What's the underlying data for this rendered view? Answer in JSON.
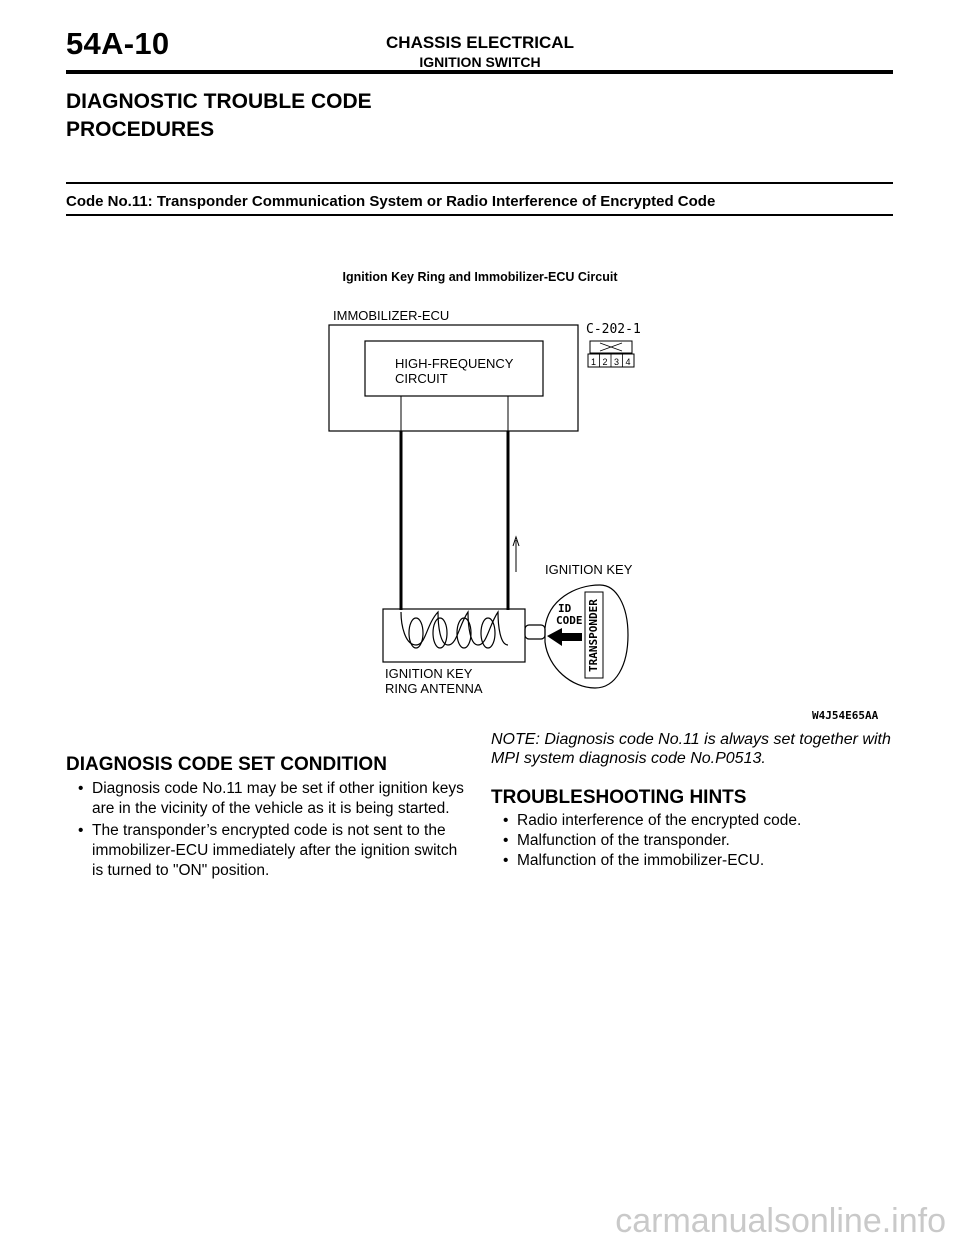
{
  "header": {
    "page_number": "54A-10",
    "section": "CHASSIS ELECTRICAL",
    "subsection": "IGNITION SWITCH"
  },
  "heading": {
    "line1": "DIAGNOSTIC TROUBLE CODE",
    "line2": "PROCEDURES"
  },
  "code_heading": "Code No.11: Transponder Communication System or Radio Interference of Encrypted Code",
  "figure": {
    "title": "Ignition Key Ring and Immobilizer-ECU Circuit",
    "ecu_label": "IMMOBILIZER-ECU",
    "hf_line1": "HIGH-FREQUENCY",
    "hf_line2": "CIRCUIT",
    "connector_label": "C-202-1",
    "connector_pins": [
      "1",
      "2",
      "3",
      "4"
    ],
    "key_label": "IGNITION KEY",
    "antenna_line1": "IGNITION KEY",
    "antenna_line2": "RING ANTENNA",
    "id_line1": "ID",
    "id_line2": "CODE",
    "transponder": "TRANSPONDER",
    "figure_code": "W4J54E65AA"
  },
  "set_condition": {
    "heading": "DIAGNOSIS CODE SET CONDITION",
    "items": [
      "Diagnosis code No.11 may be set if other ignition keys are in the vicinity of the vehicle as it is being started.",
      "The transponder’s encrypted code is not sent to the immobilizer-ECU immediately after the ignition switch is turned to \"ON\" position."
    ]
  },
  "note": "NOTE: Diagnosis code No.11 is always set together with MPI system diagnosis code No.P0513.",
  "hints": {
    "heading": "TROUBLESHOOTING HINTS",
    "items": [
      "Radio interference of the encrypted code.",
      "Malfunction of the transponder.",
      "Malfunction of the immobilizer-ECU."
    ]
  },
  "footer": {
    "watermark": "carmanualsonline.info"
  }
}
